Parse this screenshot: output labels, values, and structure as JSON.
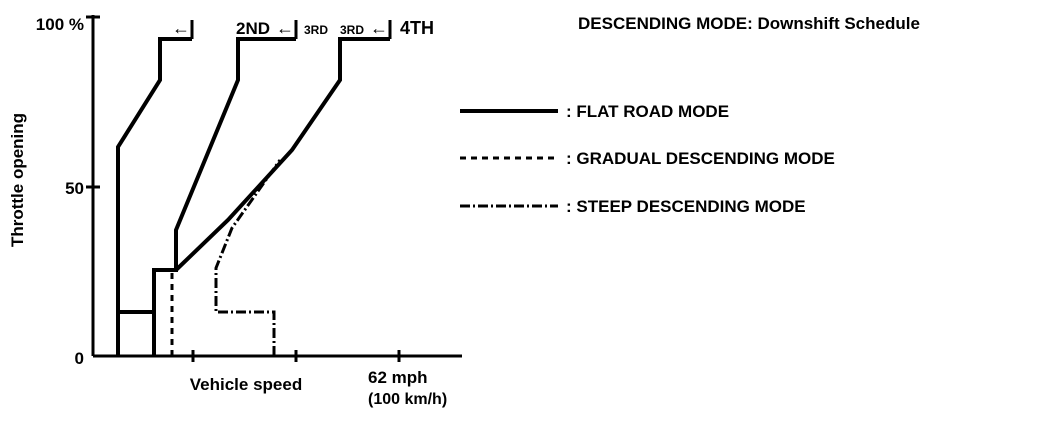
{
  "title": "DESCENDING MODE: Downshift Schedule",
  "y_axis": {
    "label": "Throttle opening",
    "ticks": [
      "100 %",
      "50",
      "0"
    ]
  },
  "x_axis": {
    "label": "Vehicle speed",
    "marker_value": "62 mph",
    "marker_sub": "(100 km/h)"
  },
  "gear_labels": {
    "top_left_arrow": "←",
    "second": "2ND",
    "third_a": "3RD",
    "third_b": "3RD",
    "fourth": "4TH"
  },
  "legend": [
    {
      "label": ": FLAT ROAD MODE",
      "style": "solid"
    },
    {
      "label": ": GRADUAL DESCENDING MODE",
      "style": "dashed"
    },
    {
      "label": ": STEEP DESCENDING MODE",
      "style": "dash-dot"
    }
  ]
}
